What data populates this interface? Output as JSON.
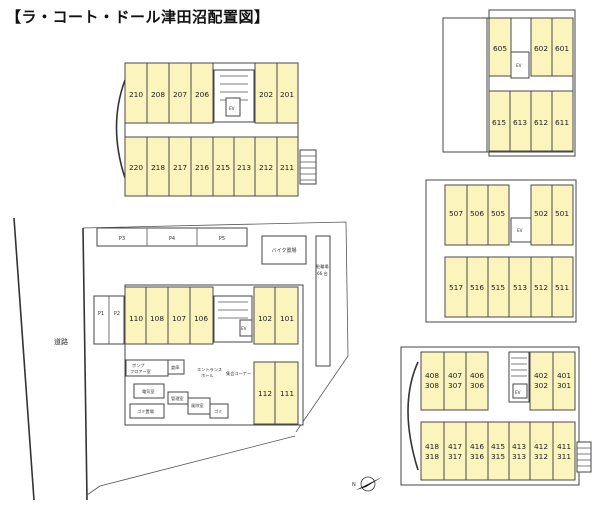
{
  "title": "【ラ・コート・ドール津田沼配置図】",
  "floor2": {
    "top": [
      "210",
      "208",
      "207",
      "206",
      "202",
      "201"
    ],
    "bottom": [
      "220",
      "218",
      "217",
      "216",
      "215",
      "213",
      "212",
      "211"
    ]
  },
  "floor6": {
    "top": [
      "605",
      "602",
      "601"
    ],
    "bottom": [
      "615",
      "613",
      "612",
      "611"
    ]
  },
  "floor5": {
    "top": [
      "507",
      "506",
      "505",
      "502",
      "501"
    ],
    "bottom": [
      "517",
      "516",
      "515",
      "513",
      "512",
      "511"
    ]
  },
  "floor34": {
    "top": [
      [
        "408",
        "308"
      ],
      [
        "407",
        "307"
      ],
      [
        "406",
        "306"
      ],
      [
        "402",
        "302"
      ],
      [
        "401",
        "301"
      ]
    ],
    "bottom": [
      [
        "418",
        "318"
      ],
      [
        "417",
        "317"
      ],
      [
        "416",
        "316"
      ],
      [
        "415",
        "315"
      ],
      [
        "413",
        "313"
      ],
      [
        "412",
        "312"
      ],
      [
        "411",
        "311"
      ]
    ]
  },
  "floor1": {
    "top": [
      "110",
      "108",
      "107",
      "106",
      "102",
      "101"
    ],
    "right": [
      "112",
      "111"
    ]
  },
  "site": {
    "road": "道路",
    "parking": [
      "P3",
      "P4",
      "P5",
      "P1",
      "P2"
    ],
    "bike": "バイク置場",
    "bicycle": "駐輪場",
    "bicycle_sub": "66 台",
    "ev": "EV",
    "rooms": [
      "ポンプ",
      "フロアー室",
      "倉庫",
      "電気室",
      "管理室",
      "ゴミ置場",
      "エントランス",
      "ホール",
      "集会コーナー",
      "風除室",
      "ゴミ"
    ],
    "north": "N"
  }
}
